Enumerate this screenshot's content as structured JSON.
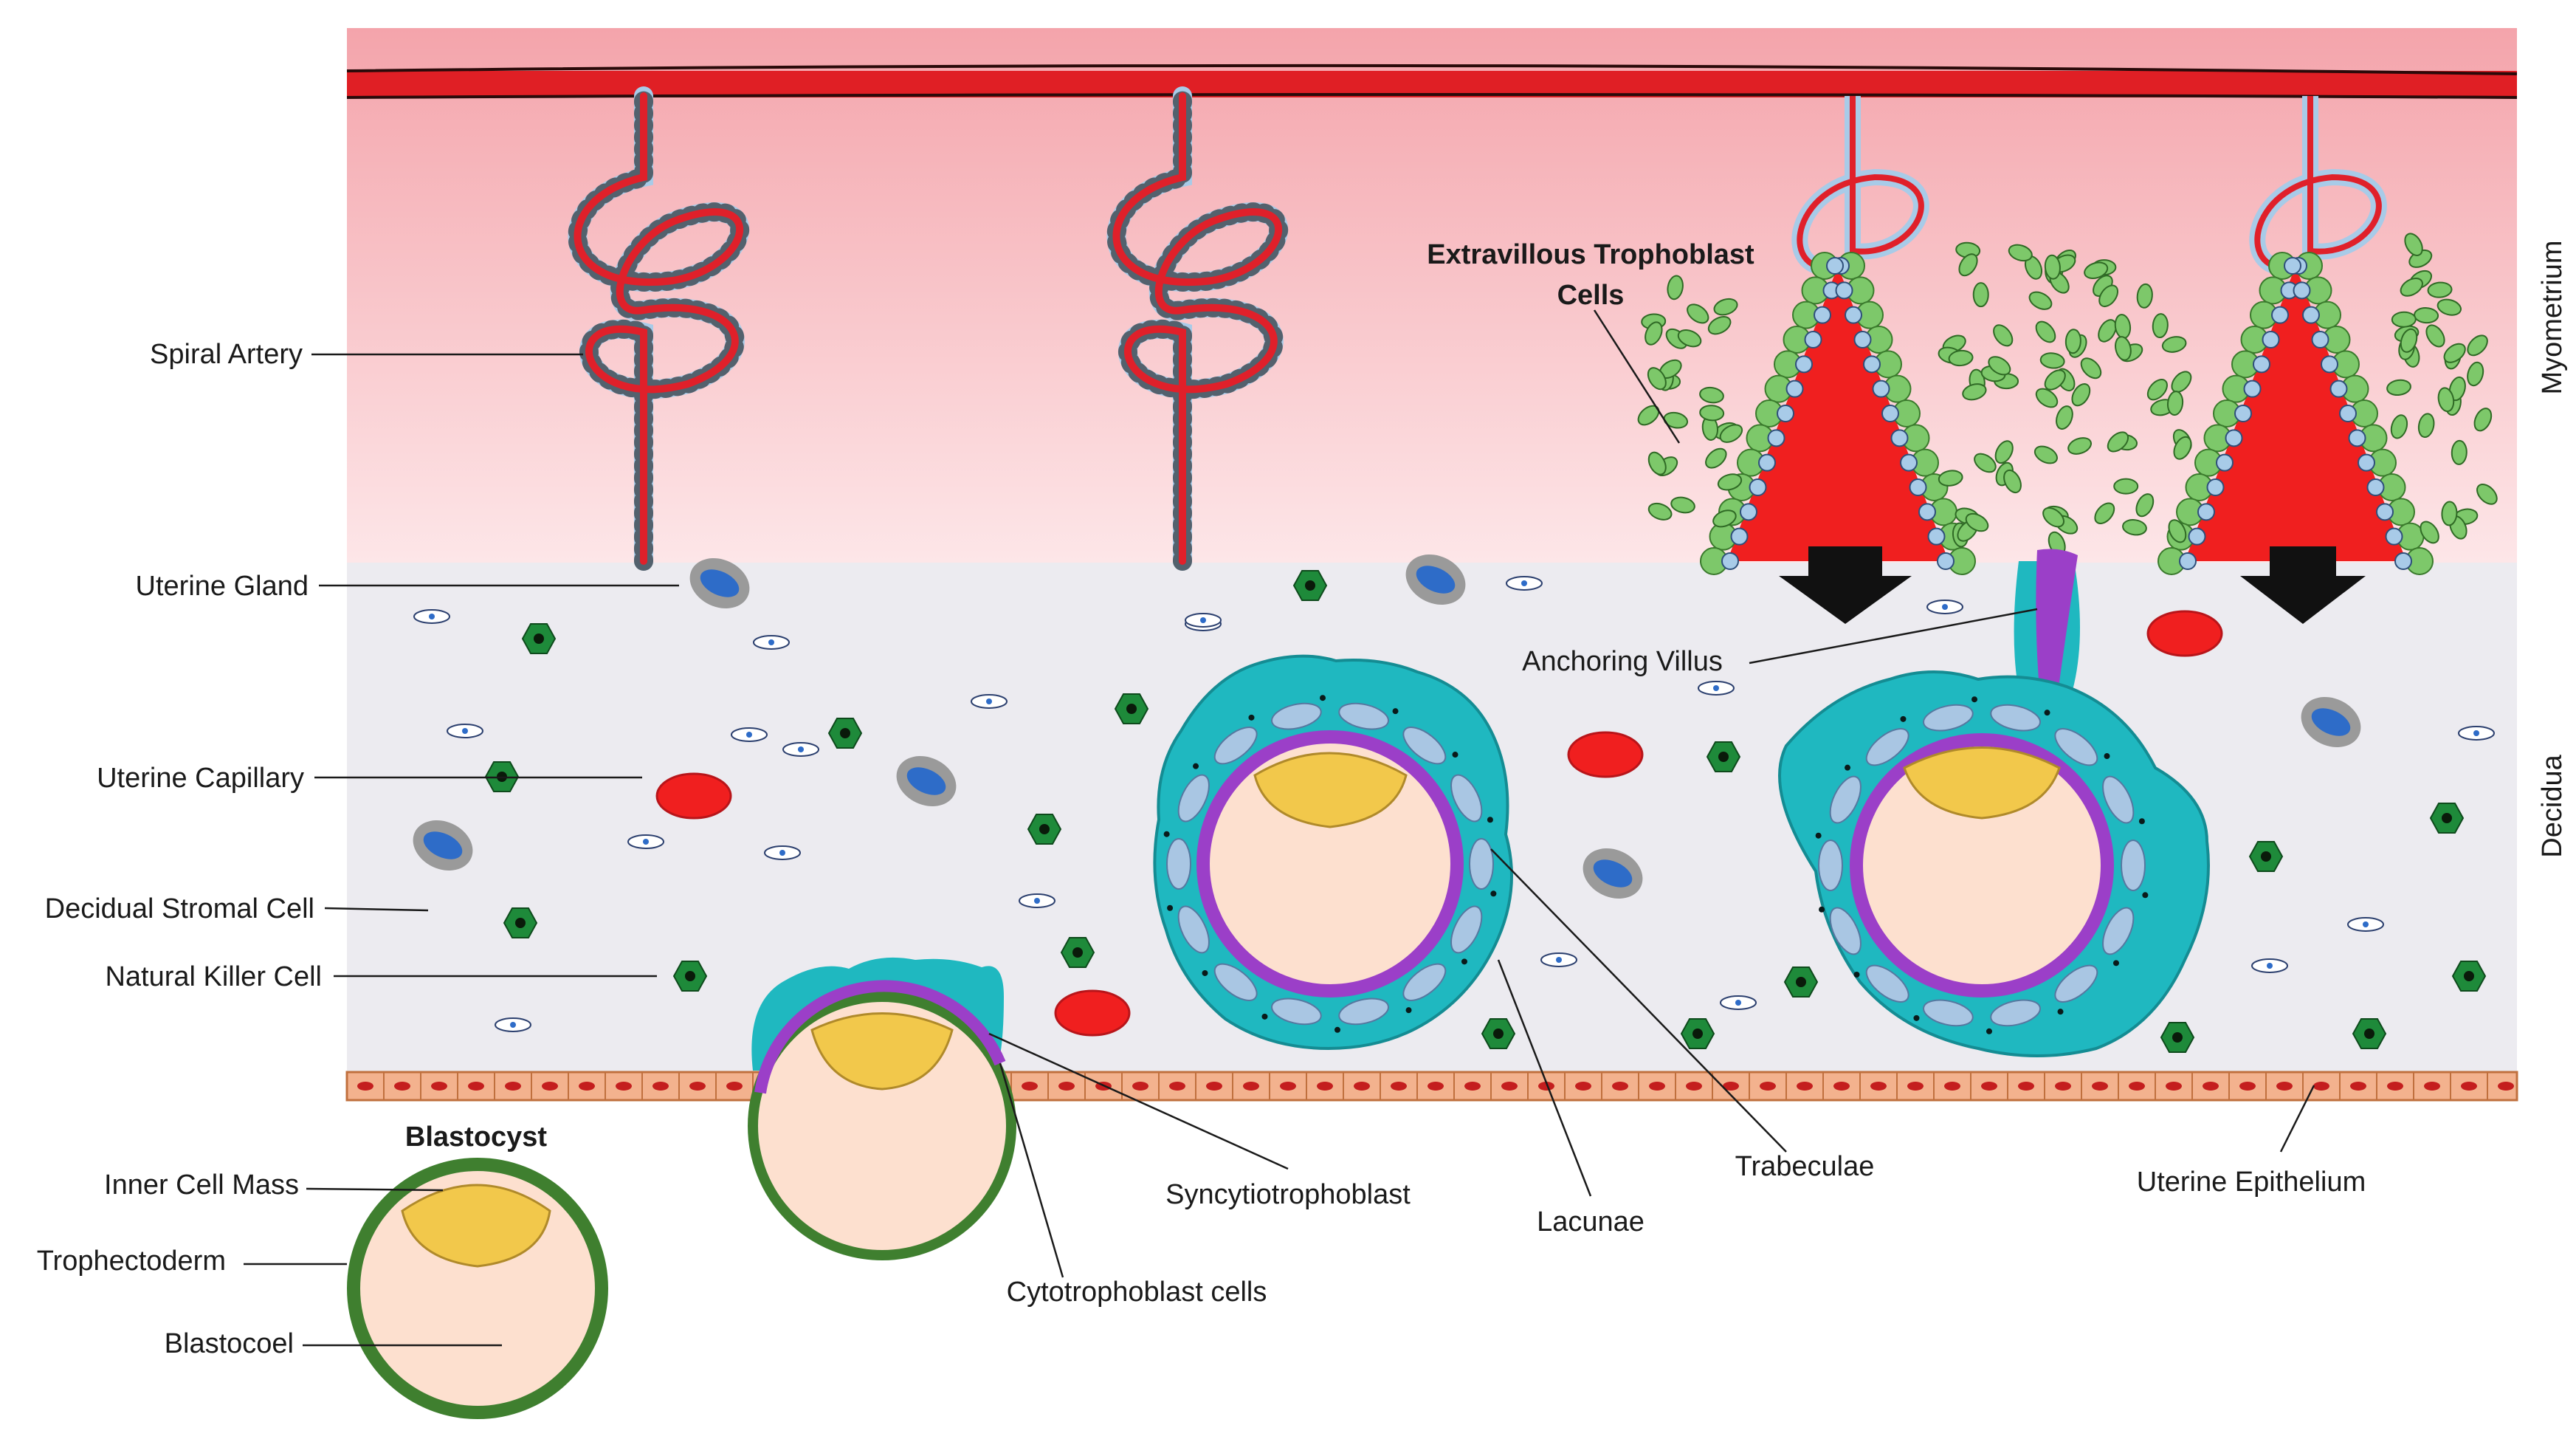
{
  "regions": {
    "myometrium": "Myometrium",
    "decidua": "Decidua"
  },
  "labels": {
    "spiral_artery": "Spiral Artery",
    "uterine_gland": "Uterine Gland",
    "uterine_capillary": "Uterine Capillary",
    "decidual_stromal_cell": "Decidual Stromal Cell",
    "natural_killer_cell": "Natural Killer Cell",
    "blastocyst": "Blastocyst",
    "inner_cell_mass": "Inner Cell Mass",
    "trophectoderm": "Trophectoderm",
    "blastocoel": "Blastocoel",
    "syncytiotrophoblast": "Syncytiotrophoblast",
    "cytotrophoblast_cells": "Cytotrophoblast cells",
    "lacunae": "Lacunae",
    "trabeculae": "Trabeculae",
    "uterine_epithelium": "Uterine Epithelium",
    "anchoring_villus": "Anchoring Villus",
    "evt_line1": "Extravillous Trophoblast",
    "evt_line2": "Cells"
  },
  "colors": {
    "myometrium_top": "#f4a7ae",
    "myometrium_bottom": "#fde4e6",
    "decidua": "#ecebf0",
    "artery_red": "#e0202a",
    "artery_wall": "#a8cbe8",
    "evt_green": "#7dc86a",
    "syncytio_purple": "#9b3fc8",
    "cytotropho_teal": "#1fb8c0",
    "icm_yellow": "#f2c84b",
    "blastocoel_peach": "#fde0cf",
    "trophectoderm_green": "#3a7a2c",
    "nk_green": "#1e8a3a",
    "gland_blue": "#2e6cc8",
    "epithelium_orange": "#f3b28e"
  }
}
